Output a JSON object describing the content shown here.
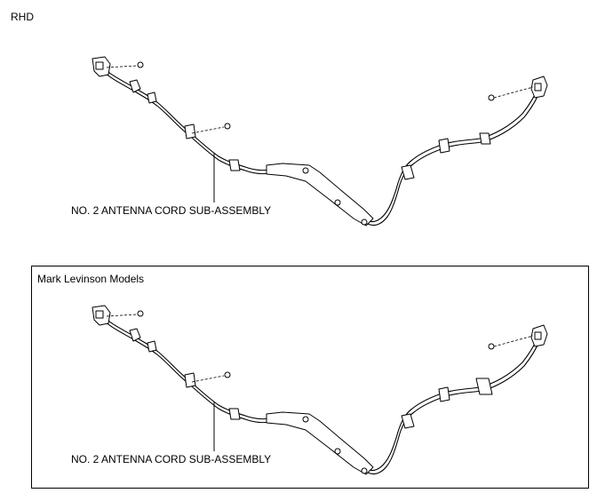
{
  "region_label": "RHD",
  "upper_diagram": {
    "callout": "NO. 2 ANTENNA CORD SUB-ASSEMBLY"
  },
  "lower_diagram": {
    "panel_title": "Mark Levinson Models",
    "callout": "NO. 2 ANTENNA CORD SUB-ASSEMBLY"
  },
  "parts": {
    "fastener_icon": "bolt-icon",
    "left_connector_icon": "connector-icon",
    "right_connector_icon": "connector-icon",
    "bracket_icon": "bracket-icon",
    "clamp_icon": "clamp-icon"
  }
}
